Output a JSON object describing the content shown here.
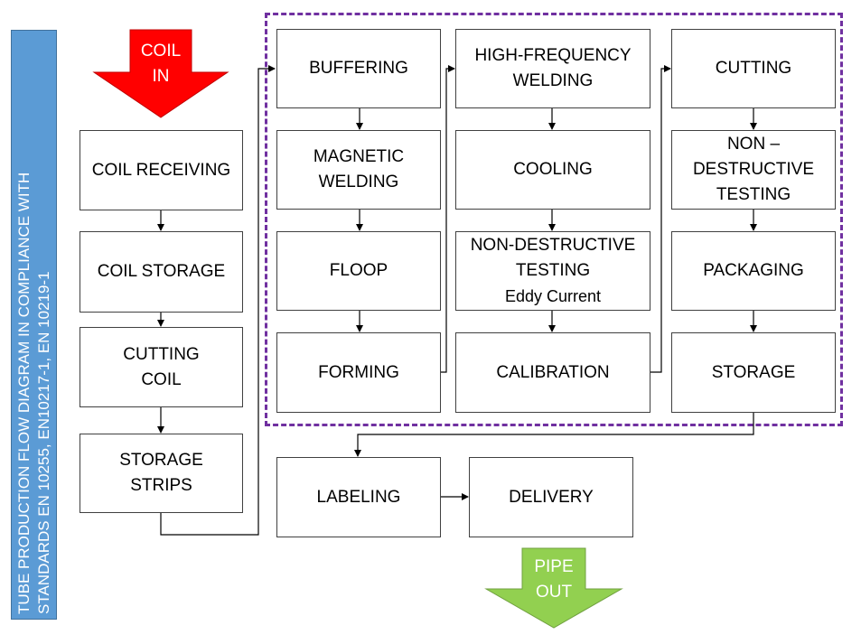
{
  "sidebar": {
    "text": "TUBE PRODUCTION FLOW DIAGRAM IN COMPLIANCE WITH\nSTANDARDS  EN 10255, EN10217-1, EN 10219-1"
  },
  "arrows": {
    "in_label": "COIL\nIN",
    "out_label": "PIPE\nOUT"
  },
  "colors": {
    "sidebar": "#5b9bd5",
    "in_arrow": "#ff0000",
    "out_arrow": "#92d050",
    "group_border": "#7030a0"
  },
  "steps": {
    "coil_receiving": "COIL RECEIVING",
    "coil_storage": "COIL STORAGE",
    "cutting_coil": "CUTTING\nCOIL",
    "storage_strips": "STORAGE\nSTRIPS",
    "buffering": "BUFFERING",
    "magnetic_welding": "MAGNETIC\nWELDING",
    "floop": "FLOOP",
    "forming": "FORMING",
    "hf_welding": "HIGH-FREQUENCY\nWELDING",
    "cooling": "COOLING",
    "ndt_eddy": "NON-DESTRUCTIVE\nTESTING",
    "ndt_eddy_sub": "Eddy Current",
    "calibration": "CALIBRATION",
    "cutting": "CUTTING",
    "ndt": "NON –\nDESTRUCTIVE\nTESTING",
    "packaging": "PACKAGING",
    "storage": "STORAGE",
    "labeling": "LABELING",
    "delivery": "DELIVERY"
  }
}
